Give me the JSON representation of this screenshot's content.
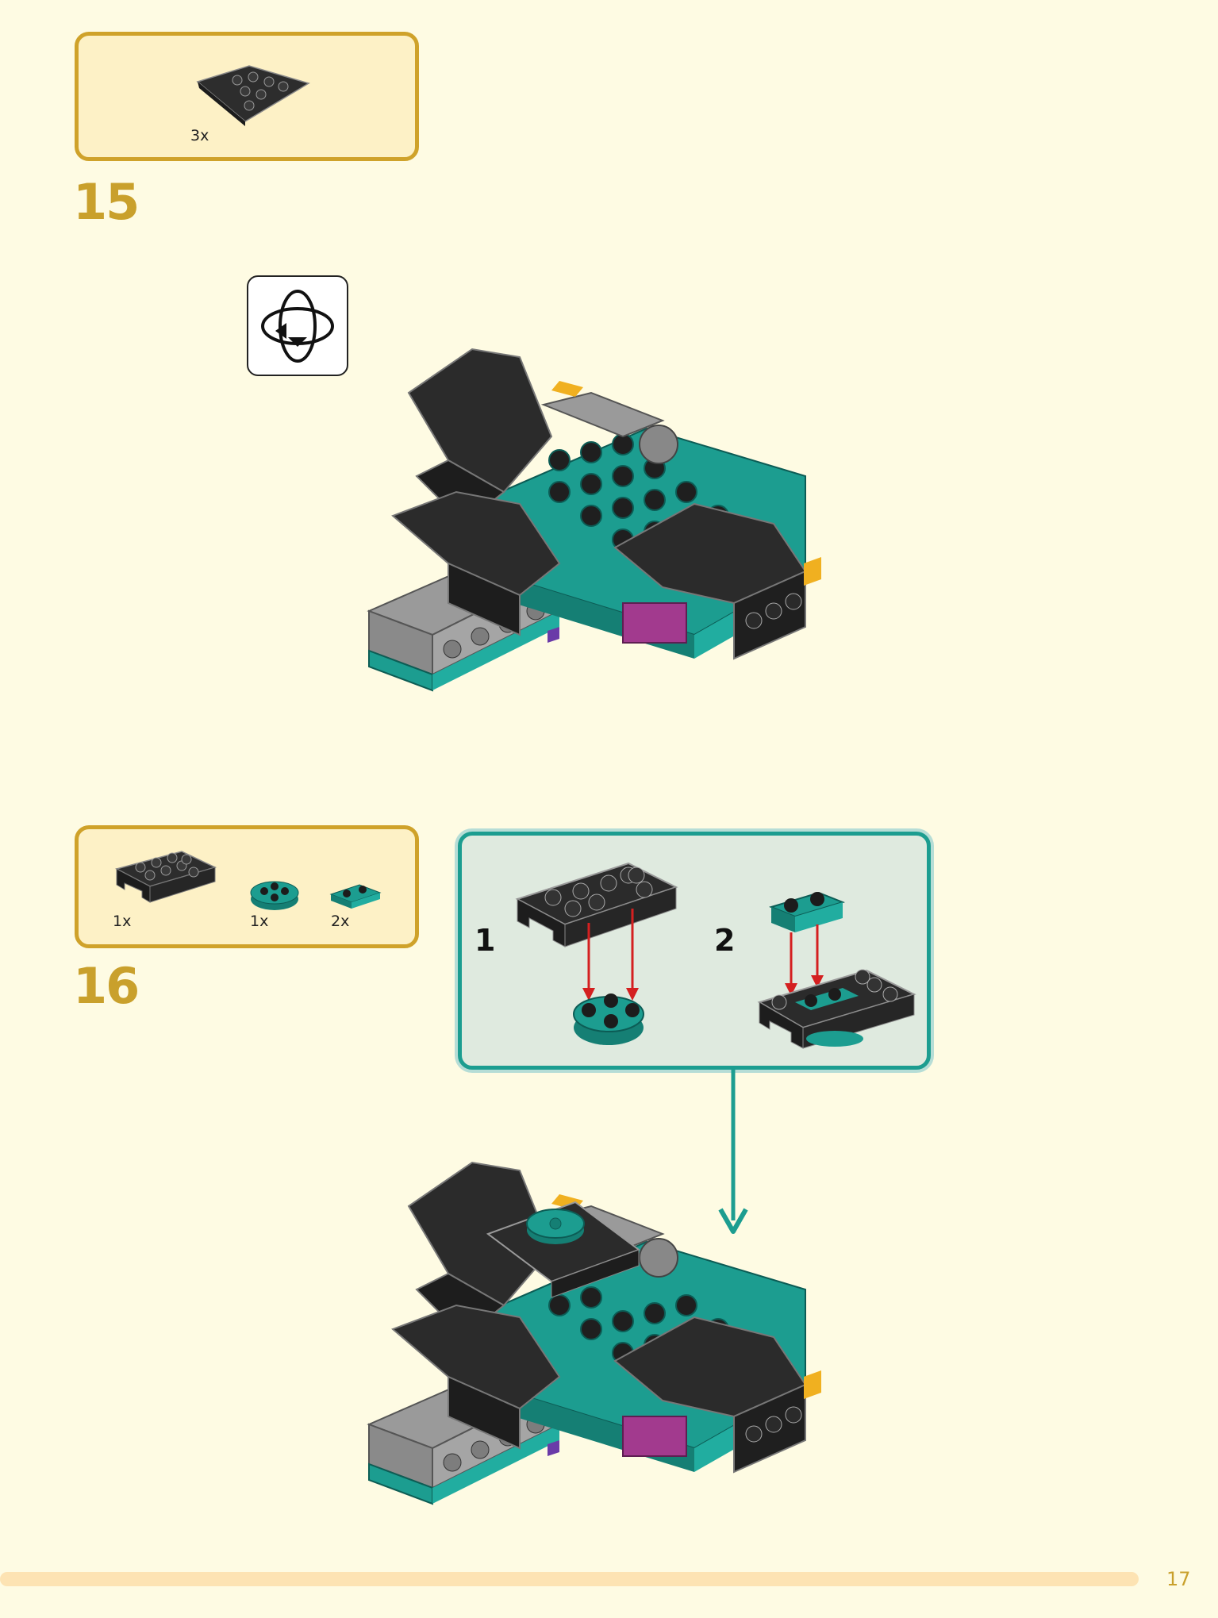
{
  "step15": {
    "number": "15",
    "parts": [
      {
        "qty": "3x",
        "part": "black wedge plate"
      }
    ],
    "rotate_icon": "rotate-model-icon"
  },
  "step16": {
    "number": "16",
    "parts": [
      {
        "qty": "1x",
        "part": "black inverted plate with studs"
      },
      {
        "qty": "1x",
        "part": "teal round plate"
      },
      {
        "qty": "2x",
        "part": "teal plate 1x2"
      }
    ],
    "substeps": [
      {
        "label": "1"
      },
      {
        "label": "2"
      }
    ]
  },
  "colors": {
    "background": "#fefbe3",
    "accent_gold": "#c9a02c",
    "teal": "#1c9d90",
    "black_brick": "#2b2b2b",
    "gray_brick": "#9a9a9a",
    "magenta": "#a23a8e",
    "arrow_red": "#d42020"
  },
  "footer": {
    "page_number": "17"
  }
}
